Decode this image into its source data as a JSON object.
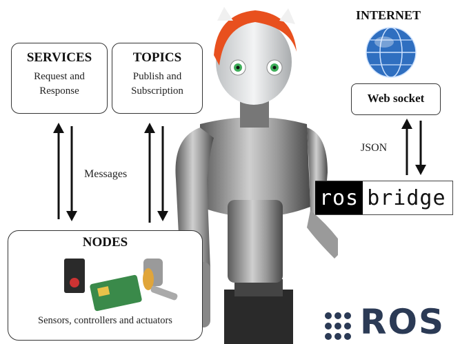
{
  "services": {
    "title": "SERVICES",
    "line1": "Request and",
    "line2": "Response"
  },
  "topics": {
    "title": "TOPICS",
    "line1": "Publish and",
    "line2": "Subscription"
  },
  "internet": {
    "title": "INTERNET"
  },
  "websocket": {
    "label": "Web socket"
  },
  "messages": {
    "label": "Messages"
  },
  "json": {
    "label": "JSON"
  },
  "nodes": {
    "title": "NODES",
    "caption": "Sensors, controllers and actuators"
  },
  "rosbridge": {
    "ros": "ros",
    "bridge": "bridge"
  },
  "ros_logo": {
    "text": "ROS"
  },
  "colors": {
    "robot_hair": "#e8501e",
    "globe": "#2f6fc0",
    "eyes": "#3fae5a",
    "ros_logo": "#2b3a55"
  }
}
